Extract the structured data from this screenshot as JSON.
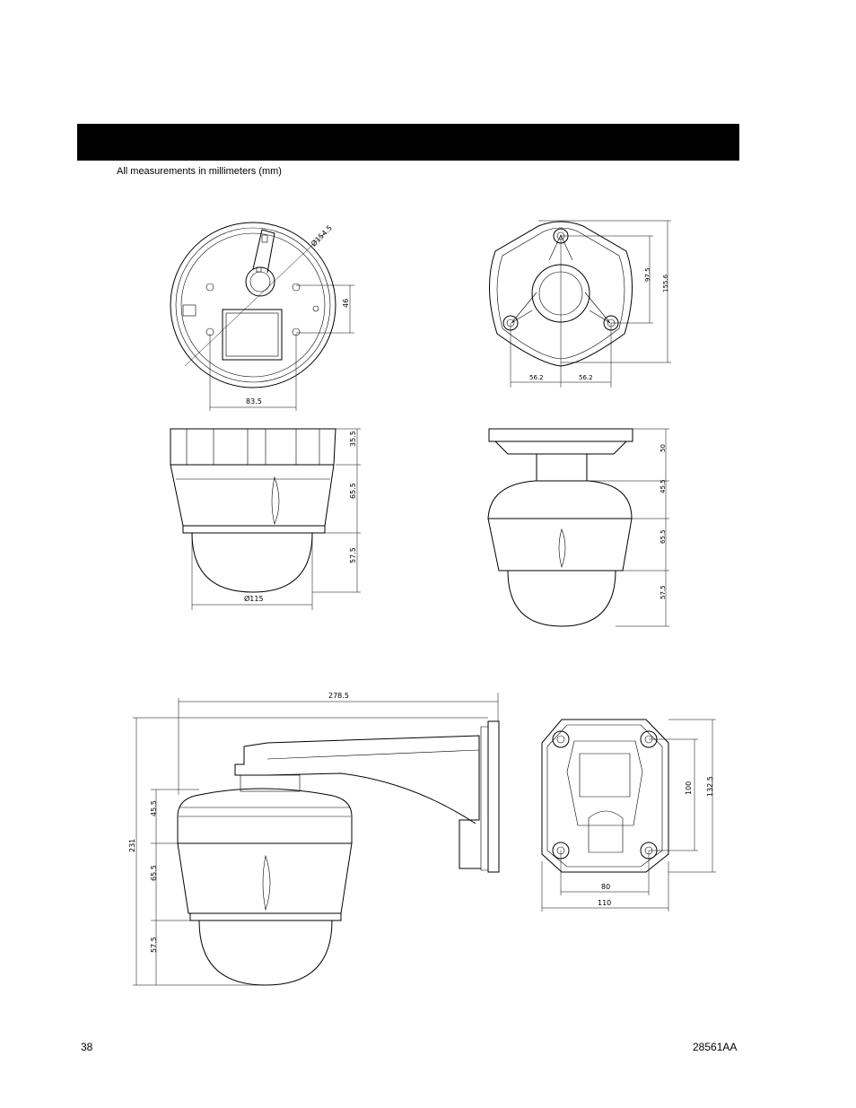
{
  "page": {
    "note": "All measurements in millimeters (mm)",
    "page_number": "38",
    "doc_code": "28561AA"
  },
  "dimensions": {
    "top_view": {
      "diameter": "Ø154.5",
      "height_46": "46",
      "width": "83.5"
    },
    "mount_view": {
      "h_97_5": "97.5",
      "h_155_6": "155.6",
      "left_56_2": "56.2",
      "right_56_2": "56.2"
    },
    "side_view": {
      "h_35_5": "35.5",
      "h_65_5": "65.5",
      "h_57_5": "57.5",
      "dome_dia": "Ø115"
    },
    "pendant_view": {
      "h_50": "50",
      "h_45_5": "45.5",
      "h_65_5": "65.5",
      "h_57_5": "57.5"
    },
    "wall_view": {
      "width_278_5": "278.5",
      "h_231": "231",
      "h_45_5": "45.5",
      "h_65_5": "65.5",
      "h_57_5": "57.5"
    },
    "plate_view": {
      "h_100": "100",
      "h_132_5": "132.5",
      "w_80": "80",
      "w_110": "110"
    }
  }
}
